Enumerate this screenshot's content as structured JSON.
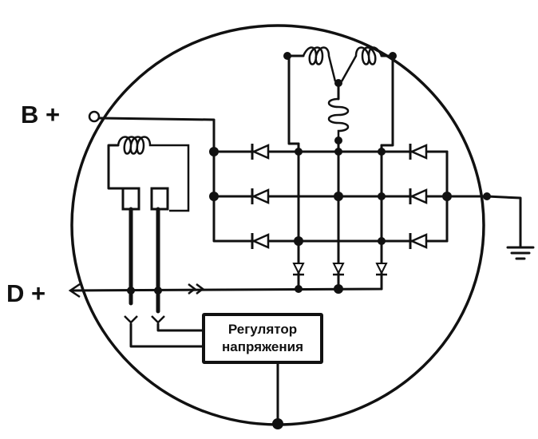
{
  "labels": {
    "b_plus": "B +",
    "d_plus": "D +"
  },
  "regulator": {
    "line1": "Регулятор",
    "line2": "напряжения"
  },
  "colors": {
    "ink": "#111111",
    "background": "#ffffff"
  }
}
